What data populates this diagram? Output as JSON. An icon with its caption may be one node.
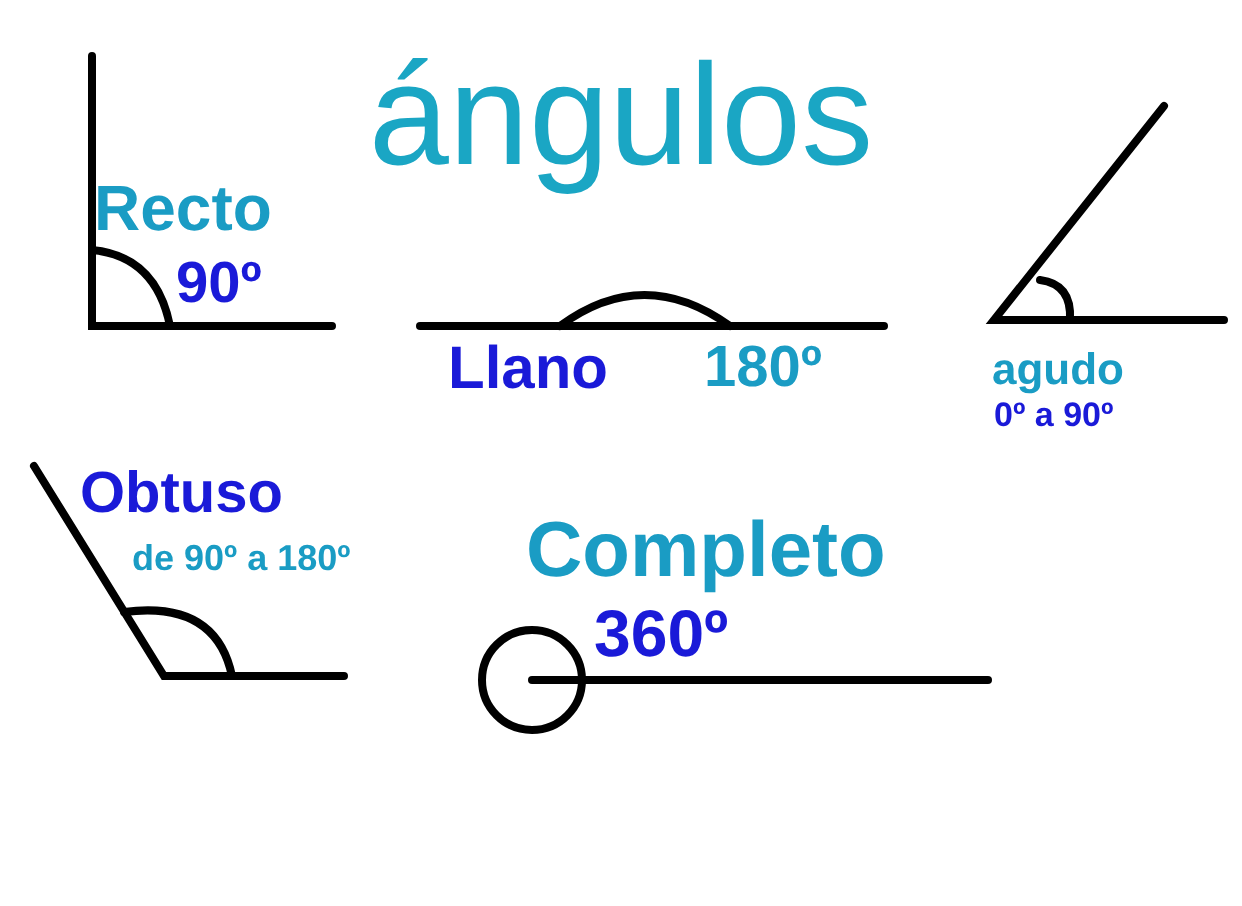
{
  "diagram": {
    "title": "ángulos",
    "labels": [
      "Recto",
      "90º",
      "Llano",
      "180º",
      "agudo",
      "0º a 90º",
      "Obtuso",
      "de 90º a 180º",
      "Completo",
      "360º"
    ]
  }
}
